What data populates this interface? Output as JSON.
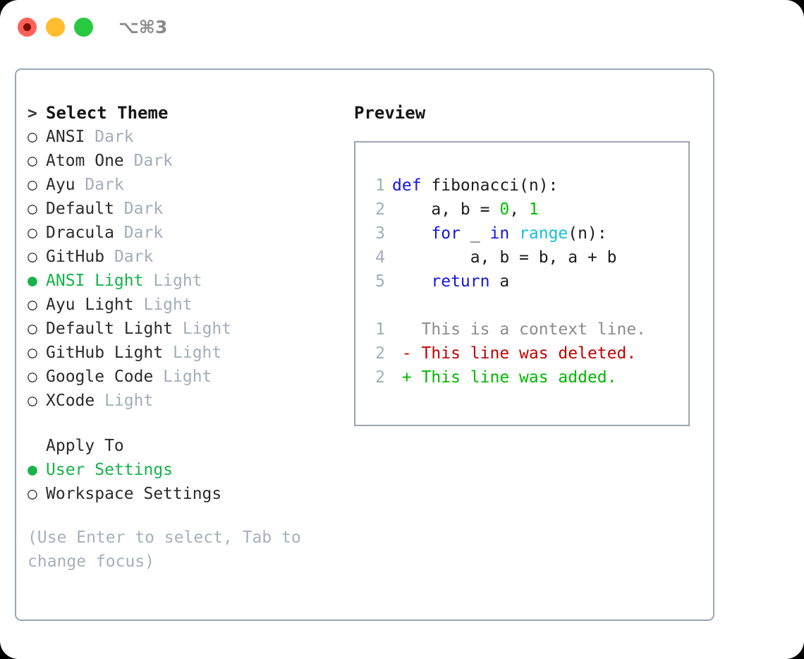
{
  "titlebar": {
    "traffic_lights": [
      "close",
      "minimize",
      "maximize"
    ],
    "shortcut": "⌥⌘3"
  },
  "left_panel": {
    "heading_marker": ">",
    "heading": "Select Theme",
    "themes": [
      {
        "marker": "○",
        "selected": false,
        "name": "ANSI",
        "kind": "Dark"
      },
      {
        "marker": "○",
        "selected": false,
        "name": "Atom One",
        "kind": "Dark"
      },
      {
        "marker": "○",
        "selected": false,
        "name": "Ayu",
        "kind": "Dark"
      },
      {
        "marker": "○",
        "selected": false,
        "name": "Default",
        "kind": "Dark"
      },
      {
        "marker": "○",
        "selected": false,
        "name": "Dracula",
        "kind": "Dark"
      },
      {
        "marker": "○",
        "selected": false,
        "name": "GitHub",
        "kind": "Dark"
      },
      {
        "marker": "●",
        "selected": true,
        "name": "ANSI Light",
        "kind": "Light"
      },
      {
        "marker": "○",
        "selected": false,
        "name": "Ayu Light",
        "kind": "Light"
      },
      {
        "marker": "○",
        "selected": false,
        "name": "Default Light",
        "kind": "Light"
      },
      {
        "marker": "○",
        "selected": false,
        "name": "GitHub Light",
        "kind": "Light"
      },
      {
        "marker": "○",
        "selected": false,
        "name": "Google Code",
        "kind": "Light"
      },
      {
        "marker": "○",
        "selected": false,
        "name": "XCode",
        "kind": "Light"
      }
    ],
    "apply_to": {
      "heading": "Apply To",
      "options": [
        {
          "marker": "●",
          "selected": true,
          "label": "User Settings"
        },
        {
          "marker": "○",
          "selected": false,
          "label": "Workspace Settings"
        }
      ]
    },
    "hint": "(Use Enter to select, Tab to change focus)"
  },
  "right_panel": {
    "title": "Preview",
    "code_lines": [
      {
        "number": "1",
        "tokens": [
          {
            "text": "def ",
            "cls": "kw"
          },
          {
            "text": "fibonacci(n):",
            "cls": "pl"
          }
        ]
      },
      {
        "number": "2",
        "tokens": [
          {
            "text": "    a, b = ",
            "cls": "pl"
          },
          {
            "text": "0",
            "cls": "num"
          },
          {
            "text": ", ",
            "cls": "pl"
          },
          {
            "text": "1",
            "cls": "num"
          }
        ]
      },
      {
        "number": "3",
        "tokens": [
          {
            "text": "    ",
            "cls": "pl"
          },
          {
            "text": "for",
            "cls": "kw"
          },
          {
            "text": " _ ",
            "cls": "pl"
          },
          {
            "text": "in",
            "cls": "kw"
          },
          {
            "text": " ",
            "cls": "pl"
          },
          {
            "text": "range",
            "cls": "fn"
          },
          {
            "text": "(n):",
            "cls": "pl"
          }
        ]
      },
      {
        "number": "4",
        "tokens": [
          {
            "text": "        a, b = b, a + b",
            "cls": "pl"
          }
        ]
      },
      {
        "number": "5",
        "tokens": [
          {
            "text": "    ",
            "cls": "pl"
          },
          {
            "text": "return",
            "cls": "kw"
          },
          {
            "text": " a",
            "cls": "pl"
          }
        ]
      }
    ],
    "diff_lines": [
      {
        "number": "1",
        "sign": " ",
        "text": "This is a context line.",
        "cls": "ctx"
      },
      {
        "number": "2",
        "sign": "-",
        "text": "This line was deleted.",
        "cls": "del"
      },
      {
        "number": "2",
        "sign": "+",
        "text": "This line was added.",
        "cls": "add"
      }
    ]
  },
  "colors": {
    "accent_green": "#16b34a",
    "keyword_blue": "#1414e6",
    "function_cyan": "#17c0d6",
    "number_green": "#00c000",
    "diff_add": "#00b800",
    "diff_del": "#c10000",
    "muted": "#a3adb9",
    "border": "#9aa5b3",
    "traffic_close": "#ff6158",
    "traffic_min": "#ffbd2e",
    "traffic_max": "#28c840"
  }
}
